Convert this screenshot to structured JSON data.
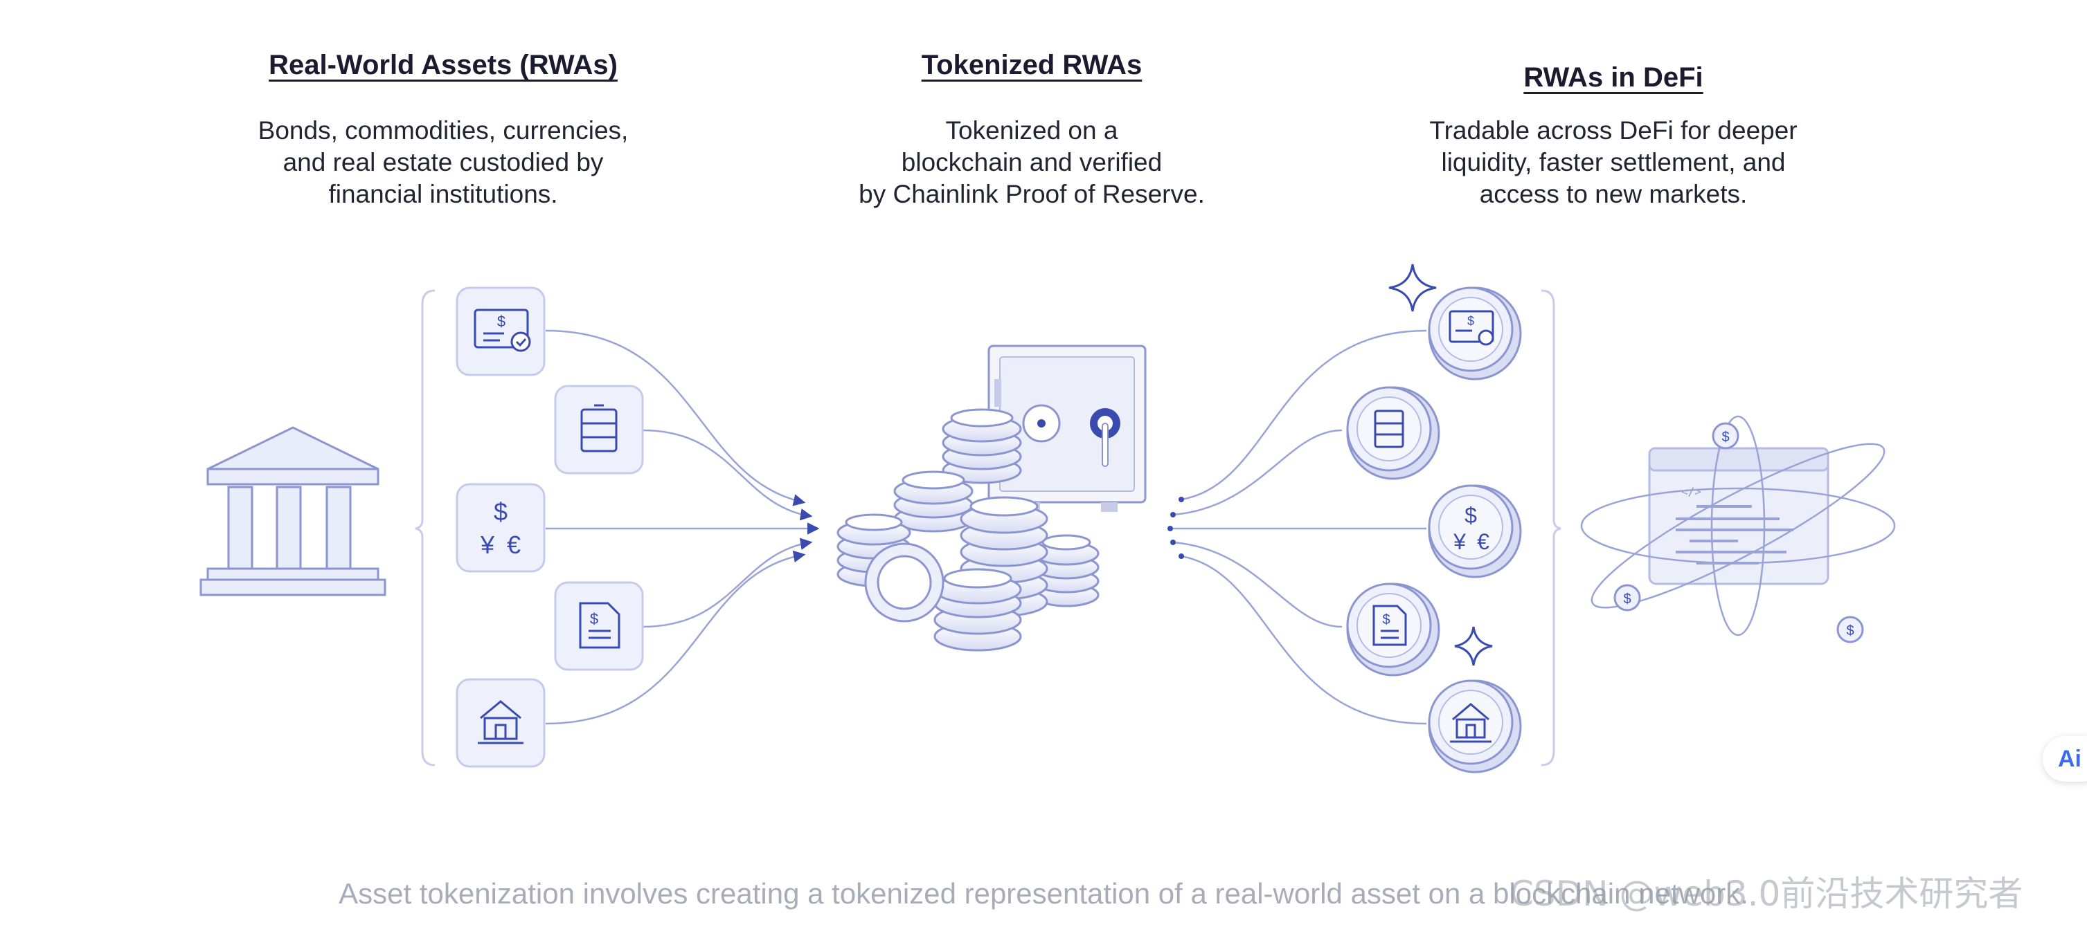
{
  "columns": {
    "rwa": {
      "title": "Real-World Assets (RWAs)",
      "description": "Bonds, commodities, currencies,\nand real estate custodied by\nfinancial institutions."
    },
    "tokenized": {
      "title": "Tokenized RWAs",
      "description": "Tokenized on a\nblockchain and verified\nby Chainlink Proof of Reserve."
    },
    "defi": {
      "title": "RWAs in DeFi",
      "description": "Tradable across DeFi for deeper\nliquidity, faster settlement, and\naccess to new markets."
    }
  },
  "icons": {
    "bank": "bank-icon",
    "bond": "bond-certificate-icon",
    "commodity": "oil-barrel-icon",
    "currency": "currency-icon",
    "document": "invoice-document-icon",
    "real_estate": "house-icon",
    "vault": "vault-icon",
    "coins": "coin-stack-icon",
    "defi_app": "dapp-window-icon",
    "sparkle": "sparkle-icon"
  },
  "glyphs": {
    "dollar": "$",
    "yen": "¥",
    "euro": "€",
    "code": "</>"
  },
  "colors": {
    "accent": "#3a4bb0",
    "line": "#9aa3d6",
    "tile_fill": "#eef0fb",
    "tile_stroke": "#c5cbeb"
  },
  "caption": "Asset tokenization involves creating a tokenized representation of a real-world asset on a blockchain network.",
  "watermark": "CSDN @web3.0前沿技术研究者",
  "badge": "Ai"
}
